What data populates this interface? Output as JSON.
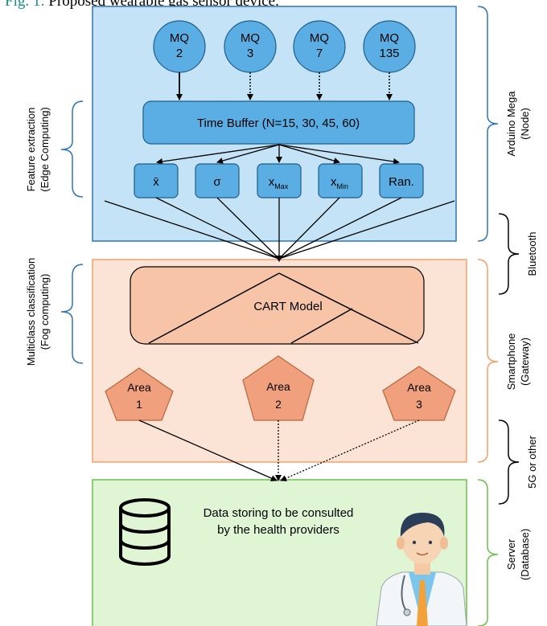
{
  "caption": {
    "figure_label": "Fig. 1:",
    "text": " Proposed wearable gas sensor device."
  },
  "sensors": [
    {
      "line1": "MQ",
      "line2": "2"
    },
    {
      "line1": "MQ",
      "line2": "3"
    },
    {
      "line1": "MQ",
      "line2": "7"
    },
    {
      "line1": "MQ",
      "line2": "135"
    }
  ],
  "time_buffer": "Time Buffer (N=15, 30, 45, 60)",
  "features": [
    {
      "main": "x̄",
      "sub": ""
    },
    {
      "main": "σ",
      "sub": ""
    },
    {
      "main": "x",
      "sub": "Max"
    },
    {
      "main": "x",
      "sub": "Min"
    },
    {
      "main": "Ran.",
      "sub": ""
    }
  ],
  "model": "CART Model",
  "areas": [
    {
      "line1": "Area",
      "line2": "1"
    },
    {
      "line1": "Area",
      "line2": "2"
    },
    {
      "line1": "Area",
      "line2": "3"
    }
  ],
  "server_text": {
    "line1": "Data storing to be consulted",
    "line2": "by the health providers"
  },
  "left_labels": {
    "feature_extraction": {
      "line1": "Feature extraction",
      "line2": "(Edge Computing)"
    },
    "multiclass": {
      "line1": "Multiclass classification",
      "line2": "(Fog computing)"
    }
  },
  "right_labels": {
    "arduino": {
      "line1": "Arduino Mega",
      "line2": "(Node)"
    },
    "bluetooth": {
      "line1": "Bluetooth"
    },
    "smartphone": {
      "line1": "Smartphone",
      "line2": "(Gateway)"
    },
    "fiveg": {
      "line1": "5G or other"
    },
    "server": {
      "line1": "Server",
      "line2": "(Database)"
    }
  },
  "colors": {
    "blue_panel": "#c5e3f6",
    "blue_border": "#2e75b6",
    "node_fill": "#5aaee3",
    "orange_panel": "#fbe3d6",
    "orange_border": "#f4a06a",
    "model_fill": "#f7c4a8",
    "area_fill": "#f0a07c",
    "green_panel": "#dff5d4",
    "green_border": "#6abf4b"
  },
  "icons": [
    "database-icon",
    "doctor-icon"
  ]
}
